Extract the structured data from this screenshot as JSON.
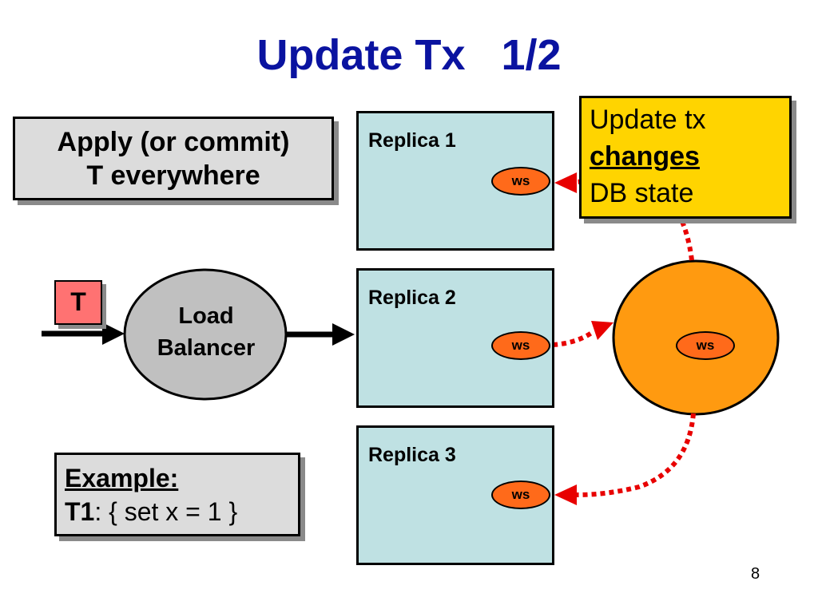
{
  "title": "Update Tx   1/2",
  "apply_box": {
    "line1": "Apply (or commit)",
    "line2": "T everywhere"
  },
  "update_box": {
    "line1": "Update tx",
    "line2": "changes",
    "line3": "DB state"
  },
  "example_box": {
    "heading": "Example:",
    "tx_name": "T1",
    "tx_body": ": { set x = 1 }"
  },
  "replicas": [
    {
      "label": "Replica 1",
      "ws": "ws"
    },
    {
      "label": "Replica 2",
      "ws": "ws"
    },
    {
      "label": "Replica 3",
      "ws": "ws"
    }
  ],
  "load_balancer": {
    "line1": "Load",
    "line2": "Balancer"
  },
  "transaction_label": "T",
  "center_ws": "ws",
  "page_number": "8",
  "colors": {
    "title": "#0a13a0",
    "replica_fill": "#bfe1e3",
    "ws_fill": "#ff6a1a",
    "center_fill": "#ff9a10",
    "note_fill": "#ffd400",
    "transaction_fill": "#ff7272",
    "box_fill": "#dcdcdc",
    "dotted_arrow": "#e80000"
  }
}
